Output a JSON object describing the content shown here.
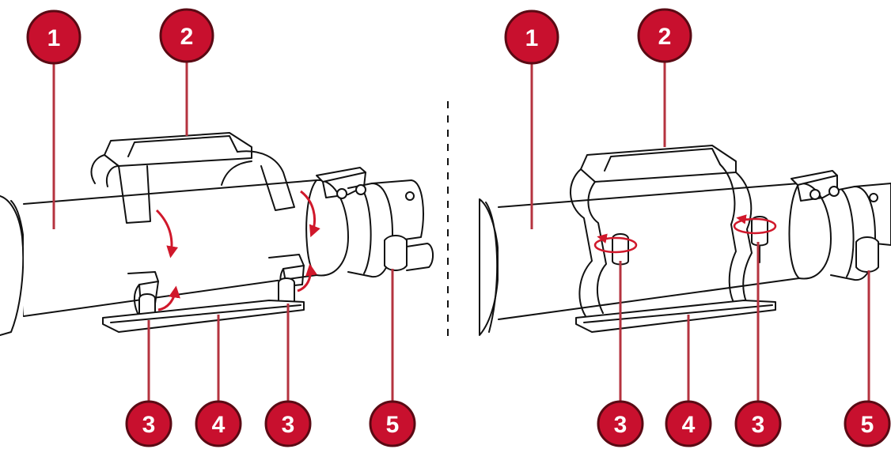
{
  "colors": {
    "callout_fill": "#c8102e",
    "callout_stroke": "#5a0a14",
    "leader": "#b5333f",
    "arrow": "#d0182b",
    "line_art": "#111111",
    "background": "#ffffff"
  },
  "left_panel": {
    "callouts": [
      {
        "label": "1"
      },
      {
        "label": "2"
      },
      {
        "label": "3"
      },
      {
        "label": "4"
      },
      {
        "label": "3"
      },
      {
        "label": "5"
      }
    ]
  },
  "right_panel": {
    "callouts": [
      {
        "label": "1"
      },
      {
        "label": "2"
      },
      {
        "label": "3"
      },
      {
        "label": "4"
      },
      {
        "label": "3"
      },
      {
        "label": "5"
      }
    ]
  }
}
